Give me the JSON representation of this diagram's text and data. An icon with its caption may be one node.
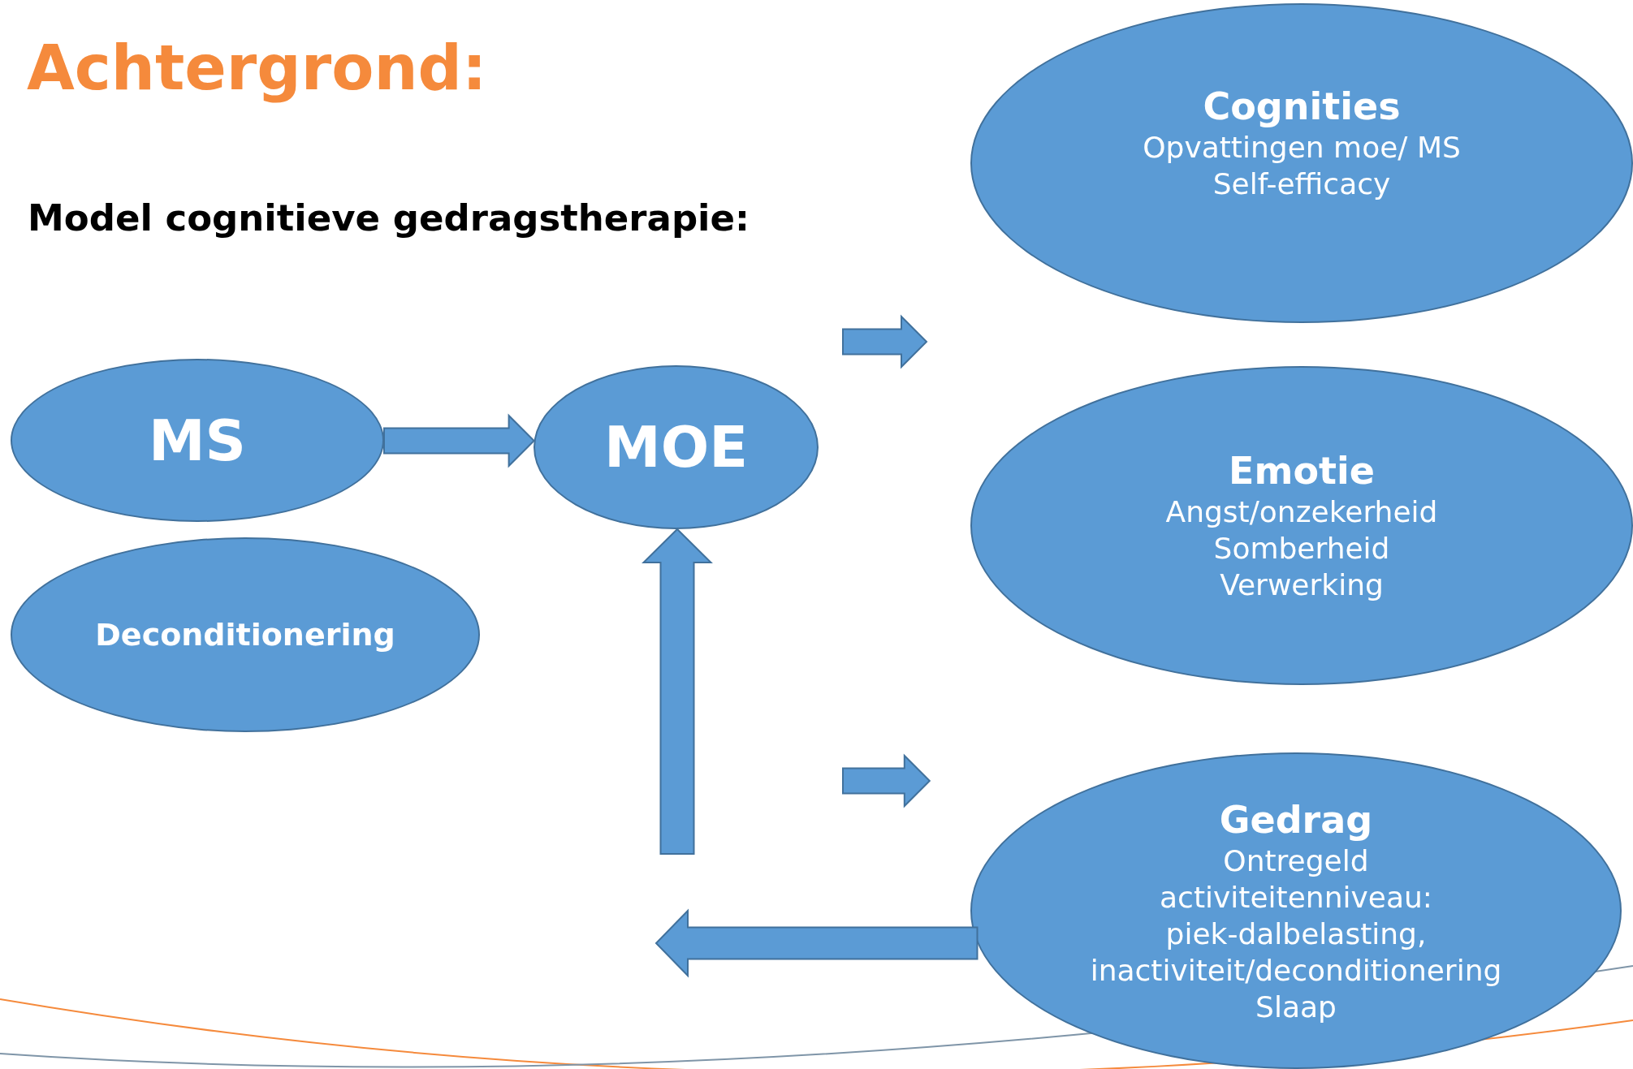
{
  "diagram": {
    "title": "Achtergrond:",
    "nodes": [
      {
        "text": [
          "MS"
        ]
      },
      {
        "text": [
          "Deconditionering"
        ]
      },
      {
        "text": [
          "MOE"
        ]
      },
      {
        "text": [
          "Cognities",
          "Opvattingen moe/ MS",
          "Self-efficacy"
        ]
      },
      {
        "text": [
          "Emotie",
          "Angst/onzekerheid",
          "Somberheid",
          "Verwerking"
        ]
      },
      {
        "text": [
          "Gedrag",
          "Ontregeld activiteitenniveau: piek-dalbelasting, inactiviteit/deconditionering",
          "Slaap"
        ]
      }
    ],
    "edges": [
      {
        "from": 0,
        "to": 2,
        "arrow": "to"
      },
      {
        "from": null,
        "to": 3,
        "arrow": "to"
      },
      {
        "from": null,
        "to": 5,
        "arrow": "to"
      },
      {
        "from": 5,
        "to": null,
        "arrow": "to"
      },
      {
        "from": null,
        "to": 2,
        "arrow": "to"
      }
    ],
    "labels": [
      "Model cognitieve gedragstherapie:"
    ]
  }
}
